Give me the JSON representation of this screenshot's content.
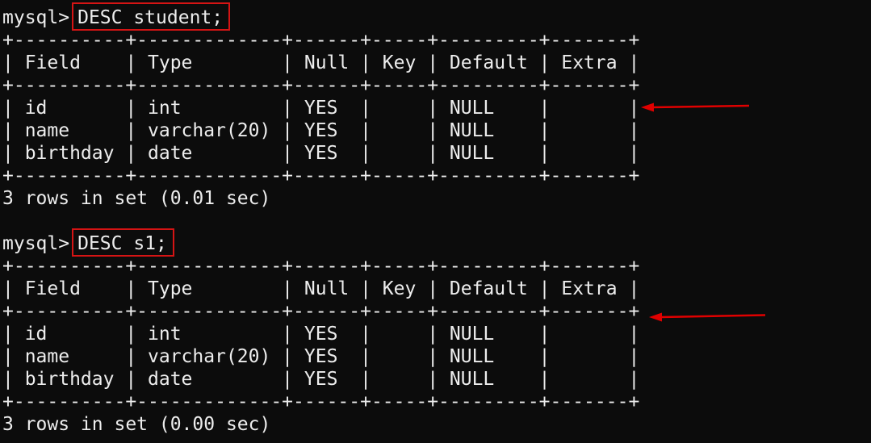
{
  "colors": {
    "background": "#0c0c0c",
    "text": "#ededed",
    "highlight_red": "#d51414",
    "arrow_red": "#e00000"
  },
  "terminal": {
    "prompt": "mysql>",
    "blocks": [
      {
        "command": "DESC student;",
        "status": "3 rows in set (0.01 sec)",
        "table": {
          "headers": [
            "Field",
            "Type",
            "Null",
            "Key",
            "Default",
            "Extra"
          ],
          "rows": [
            [
              "id",
              "int",
              "YES",
              "",
              "NULL",
              ""
            ],
            [
              "name",
              "varchar(20)",
              "YES",
              "",
              "NULL",
              ""
            ],
            [
              "birthday",
              "date",
              "YES",
              "",
              "NULL",
              ""
            ]
          ]
        }
      },
      {
        "command": "DESC s1;",
        "status": "3 rows in set (0.00 sec)",
        "table": {
          "headers": [
            "Field",
            "Type",
            "Null",
            "Key",
            "Default",
            "Extra"
          ],
          "rows": [
            [
              "id",
              "int",
              "YES",
              "",
              "NULL",
              ""
            ],
            [
              "name",
              "varchar(20)",
              "YES",
              "",
              "NULL",
              ""
            ],
            [
              "birthday",
              "date",
              "YES",
              "",
              "NULL",
              ""
            ]
          ]
        }
      }
    ],
    "annotations": [
      {
        "type": "arrow",
        "direction": "left",
        "points_to": "student-table-first-row"
      },
      {
        "type": "arrow",
        "direction": "left",
        "points_to": "s1-table-header-separator"
      }
    ]
  }
}
